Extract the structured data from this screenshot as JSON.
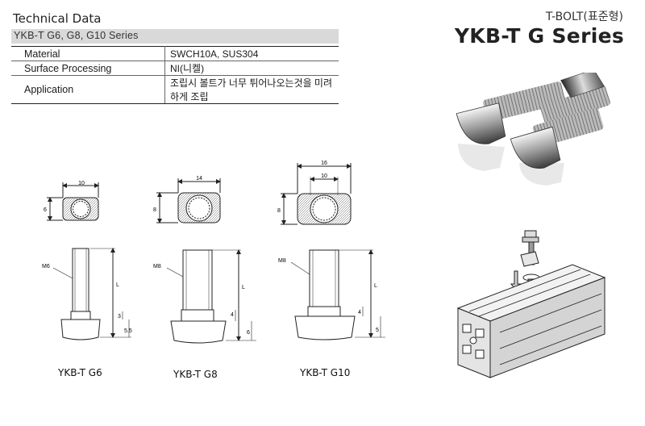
{
  "header": {
    "section_title": "Technical Data",
    "series_line": "YKB-T G6, G8, G10 Series",
    "subtitle": "T-BOLT(표준형)",
    "title": "YKB-T G Series"
  },
  "spec_table": [
    {
      "label": "Material",
      "value": "SWCH10A, SUS304"
    },
    {
      "label": "Surface Processing",
      "value": "NI(니켈)"
    },
    {
      "label": "Application",
      "value": "조립시 볼트가 너무 튀어나오는것을 미려하게 조립"
    }
  ],
  "drawings": [
    {
      "name": "YKB-T G6",
      "thread": "M6",
      "width_top": "10",
      "inner": "",
      "height_top": "6",
      "length": "L",
      "d1": "3",
      "d2": "5.5"
    },
    {
      "name": "YKB-T G8",
      "thread": "M8",
      "width_top": "14",
      "inner": "",
      "height_top": "8",
      "length": "L",
      "d1": "4",
      "d2": "6"
    },
    {
      "name": "YKB-T G10",
      "thread": "M8",
      "width_top": "16",
      "inner": "10",
      "height_top": "8",
      "length": "L",
      "d1": "4",
      "d2": "5"
    }
  ],
  "colors": {
    "bar": "#d9d9d9",
    "line": "#222222"
  }
}
